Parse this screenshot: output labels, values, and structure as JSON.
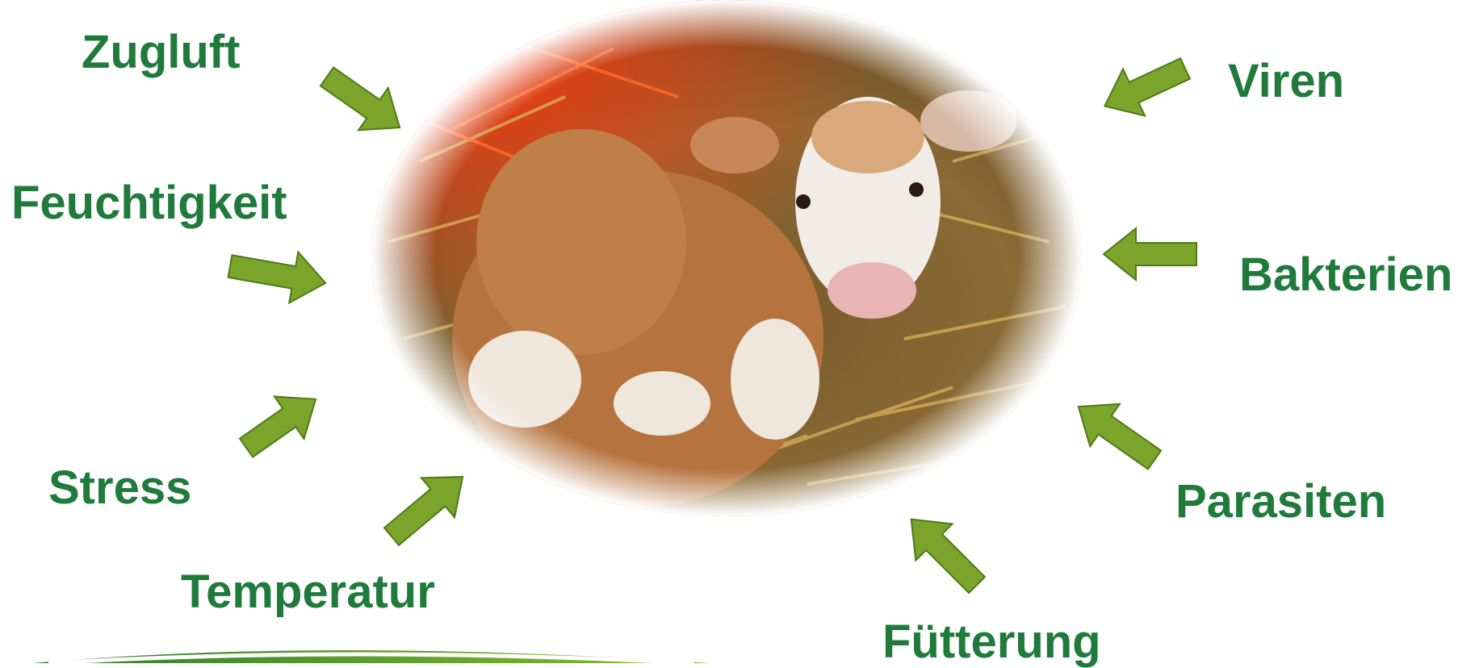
{
  "labels": {
    "zugluft": "Zugluft",
    "feuchtigkeit": "Feuchtigkeit",
    "stress": "Stress",
    "temperatur": "Temperatur",
    "viren": "Viren",
    "bakterien": "Bakterien",
    "parasiten": "Parasiten",
    "fuetterung": "Fütterung"
  },
  "colors": {
    "label_text": "#1f7a3c",
    "arrow_fill": "#7aa42a",
    "arrow_stroke": "#4e7a18",
    "swoosh_dark": "#2f7d2e",
    "swoosh_light": "#8cbb2c"
  },
  "image": {
    "subject": "calf lying on straw",
    "icon": "calf-photo"
  }
}
